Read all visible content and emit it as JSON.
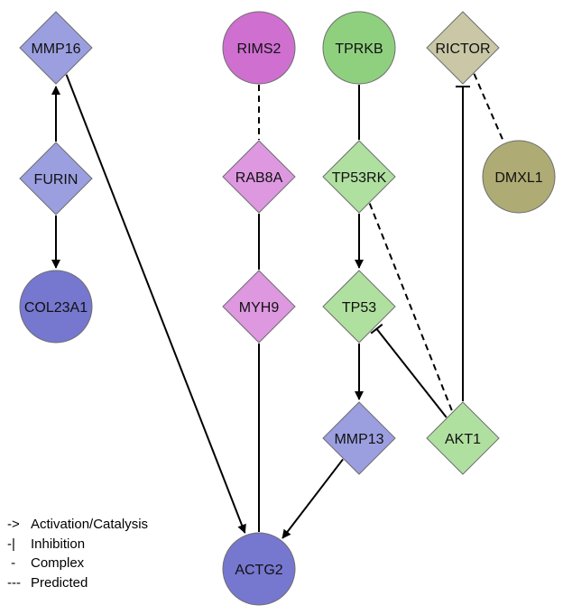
{
  "nodes": [
    {
      "id": "MMP16",
      "label": "MMP16",
      "shape": "diamond",
      "color": "#9b9fe0"
    },
    {
      "id": "FURIN",
      "label": "FURIN",
      "shape": "diamond",
      "color": "#9b9fe0"
    },
    {
      "id": "COL23A1",
      "label": "COL23A1",
      "shape": "circle",
      "color": "#7677cf"
    },
    {
      "id": "RIMS2",
      "label": "RIMS2",
      "shape": "circle",
      "color": "#cf6fd0"
    },
    {
      "id": "RAB8A",
      "label": "RAB8A",
      "shape": "diamond",
      "color": "#dd98e0"
    },
    {
      "id": "MYH9",
      "label": "MYH9",
      "shape": "diamond",
      "color": "#dd98e0"
    },
    {
      "id": "TPRKB",
      "label": "TPRKB",
      "shape": "circle",
      "color": "#8fd07f"
    },
    {
      "id": "TP53RK",
      "label": "TP53RK",
      "shape": "diamond",
      "color": "#b0e0a0"
    },
    {
      "id": "TP53",
      "label": "TP53",
      "shape": "diamond",
      "color": "#b0e0a0"
    },
    {
      "id": "MMP13",
      "label": "MMP13",
      "shape": "diamond",
      "color": "#9b9fe0"
    },
    {
      "id": "AKT1",
      "label": "AKT1",
      "shape": "diamond",
      "color": "#b0e0a0"
    },
    {
      "id": "RICTOR",
      "label": "RICTOR",
      "shape": "diamond",
      "color": "#c9c7a6"
    },
    {
      "id": "DMXL1",
      "label": "DMXL1",
      "shape": "circle",
      "color": "#aeab74"
    },
    {
      "id": "ACTG2",
      "label": "ACTG2",
      "shape": "circle",
      "color": "#7677cf"
    }
  ],
  "edges": [
    {
      "source": "FURIN",
      "target": "MMP16",
      "type": "activation"
    },
    {
      "source": "FURIN",
      "target": "COL23A1",
      "type": "activation"
    },
    {
      "source": "MMP16",
      "target": "ACTG2",
      "type": "activation"
    },
    {
      "source": "RIMS2",
      "target": "RAB8A",
      "type": "predicted"
    },
    {
      "source": "RAB8A",
      "target": "MYH9",
      "type": "complex"
    },
    {
      "source": "MYH9",
      "target": "ACTG2",
      "type": "complex"
    },
    {
      "source": "TPRKB",
      "target": "TP53RK",
      "type": "complex"
    },
    {
      "source": "TP53RK",
      "target": "TP53",
      "type": "activation"
    },
    {
      "source": "TP53RK",
      "target": "AKT1",
      "type": "predicted"
    },
    {
      "source": "TP53",
      "target": "MMP13",
      "type": "activation"
    },
    {
      "source": "AKT1",
      "target": "TP53",
      "type": "inhibition"
    },
    {
      "source": "MMP13",
      "target": "ACTG2",
      "type": "activation"
    },
    {
      "source": "AKT1",
      "target": "RICTOR",
      "type": "inhibition"
    },
    {
      "source": "RICTOR",
      "target": "DMXL1",
      "type": "predicted"
    }
  ],
  "legend": [
    {
      "symbol": "->",
      "label": "Activation/Catalysis"
    },
    {
      "symbol": "-|",
      "label": "Inhibition"
    },
    {
      "symbol": " -",
      "label": "Complex"
    },
    {
      "symbol": "---",
      "label": "Predicted"
    }
  ]
}
